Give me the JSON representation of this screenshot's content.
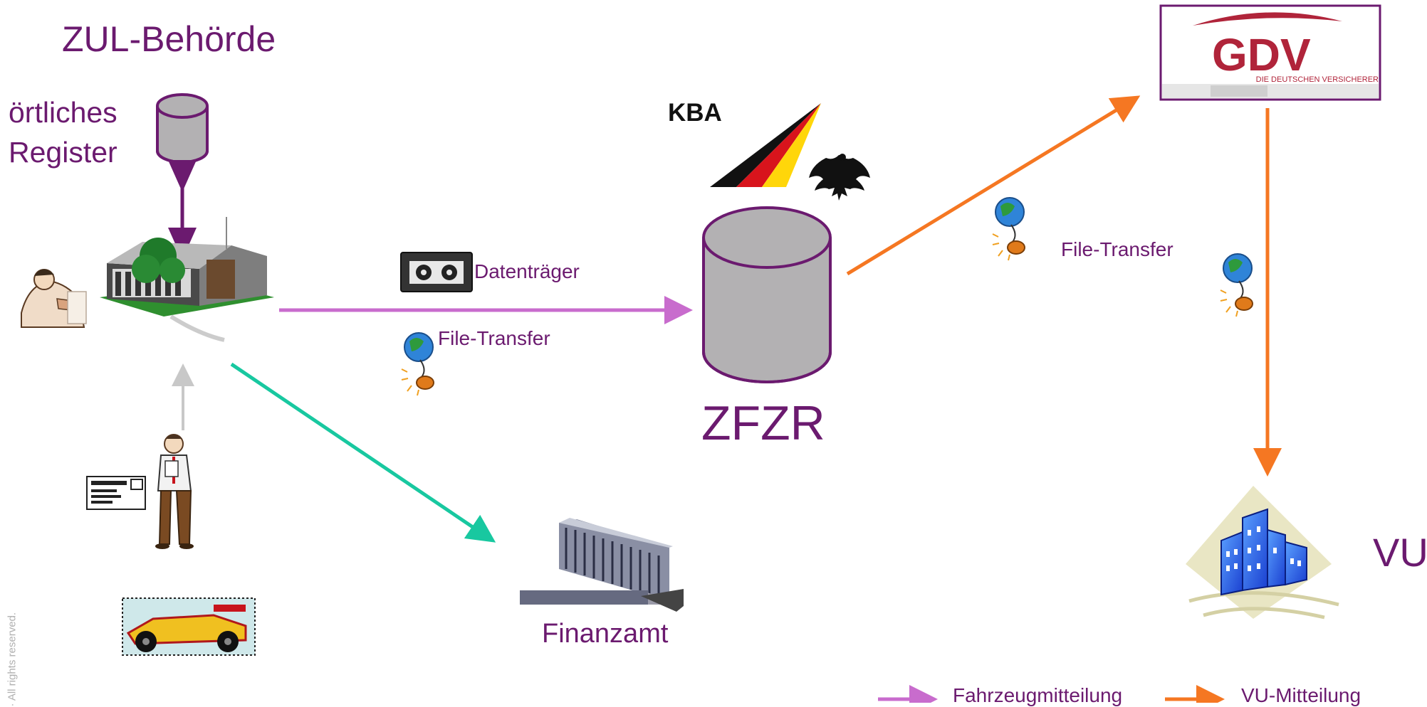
{
  "labels": {
    "zul_behoerde": "ZUL-Behörde",
    "oertliches_register_line1": "örtliches",
    "oertliches_register_line2": "Register",
    "datentraeger": "Datenträger",
    "file_transfer_left": "File-Transfer",
    "zfzr": "ZFZR",
    "kba": "KBA",
    "file_transfer_right": "File-Transfer",
    "gdv_logo_text": "GDV",
    "gdv_logo_sub": "DIE DEUTSCHEN VERSICHERER",
    "finanzamt": "Finanzamt",
    "vu": "VU",
    "copyright": "· All rights reserved."
  },
  "legend": [
    {
      "label": "Fahrzeugmitteilung",
      "color": "#c86ccd"
    },
    {
      "label": "VU-Mitteilung",
      "color": "#f57722"
    }
  ],
  "colors": {
    "text": "#6b1a6f",
    "purple_arrow": "#6b1a6f",
    "pink_arrow": "#c86ccd",
    "orange_arrow": "#f57722",
    "teal_arrow": "#18c8a0",
    "gray_arrow": "#c8c8c8",
    "cylinder_fill": "#b3b1b3",
    "cylinder_stroke": "#6b1a6f",
    "gdv_red": "#b0243a"
  },
  "icons": [
    "database-cylinder-icon",
    "office-building-icon",
    "office-worker-icon",
    "person-with-document-icon",
    "form-document-icon",
    "race-car-icon",
    "videotape-icon",
    "globe-mouse-icon",
    "kba-flag-icon",
    "federal-eagle-icon",
    "gdv-logo",
    "finance-office-building-icon",
    "insurance-buildings-icon"
  ]
}
